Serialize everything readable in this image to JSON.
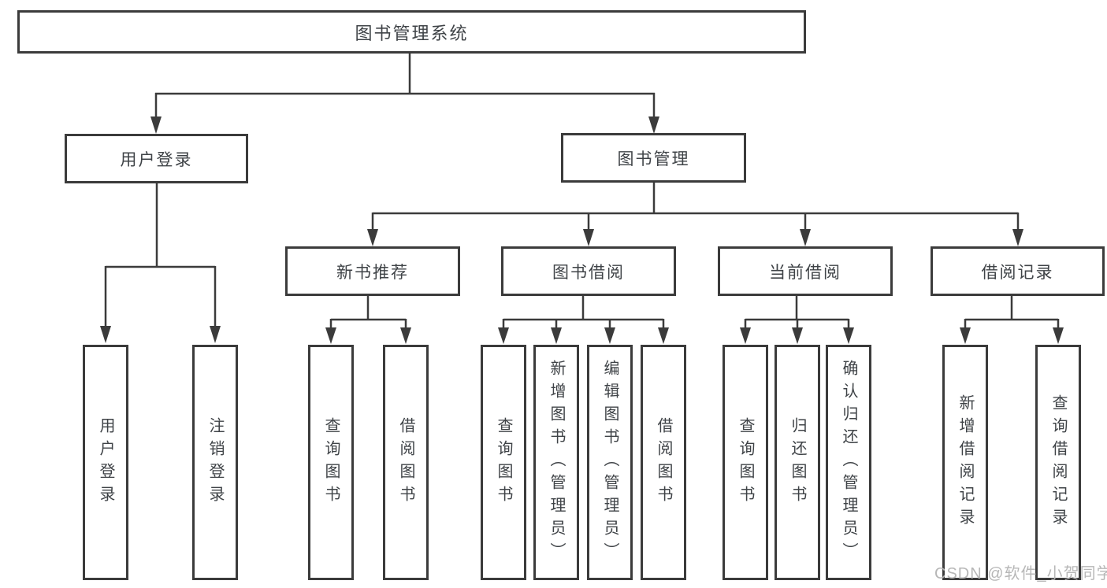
{
  "diagram_title": "图书管理系统",
  "tree": {
    "root": {
      "label": "图书管理系统",
      "children": [
        {
          "label": "用户登录",
          "children": [
            {
              "label": "用户登录"
            },
            {
              "label": "注销登录"
            }
          ]
        },
        {
          "label": "图书管理",
          "children": [
            {
              "label": "新书推荐",
              "children": [
                {
                  "label": "查询图书"
                },
                {
                  "label": "借阅图书"
                }
              ]
            },
            {
              "label": "图书借阅",
              "children": [
                {
                  "label": "查询图书"
                },
                {
                  "label": "新增图书（管理员）"
                },
                {
                  "label": "编辑图书（管理员）"
                },
                {
                  "label": "借阅图书"
                }
              ]
            },
            {
              "label": "当前借阅",
              "children": [
                {
                  "label": "查询图书"
                },
                {
                  "label": "归还图书"
                },
                {
                  "label": "确认归还（管理员）"
                }
              ]
            },
            {
              "label": "借阅记录",
              "children": [
                {
                  "label": "新增借阅记录"
                },
                {
                  "label": "查询借阅记录"
                }
              ]
            }
          ]
        }
      ]
    }
  },
  "watermark": {
    "text": "CSDN @软件_小贺同学"
  },
  "colors": {
    "line": "#3b3b3b",
    "box_border": "#3b3b3b",
    "text": "#3f4347",
    "background": "#ffffff",
    "watermark": "#b4b4b4"
  }
}
